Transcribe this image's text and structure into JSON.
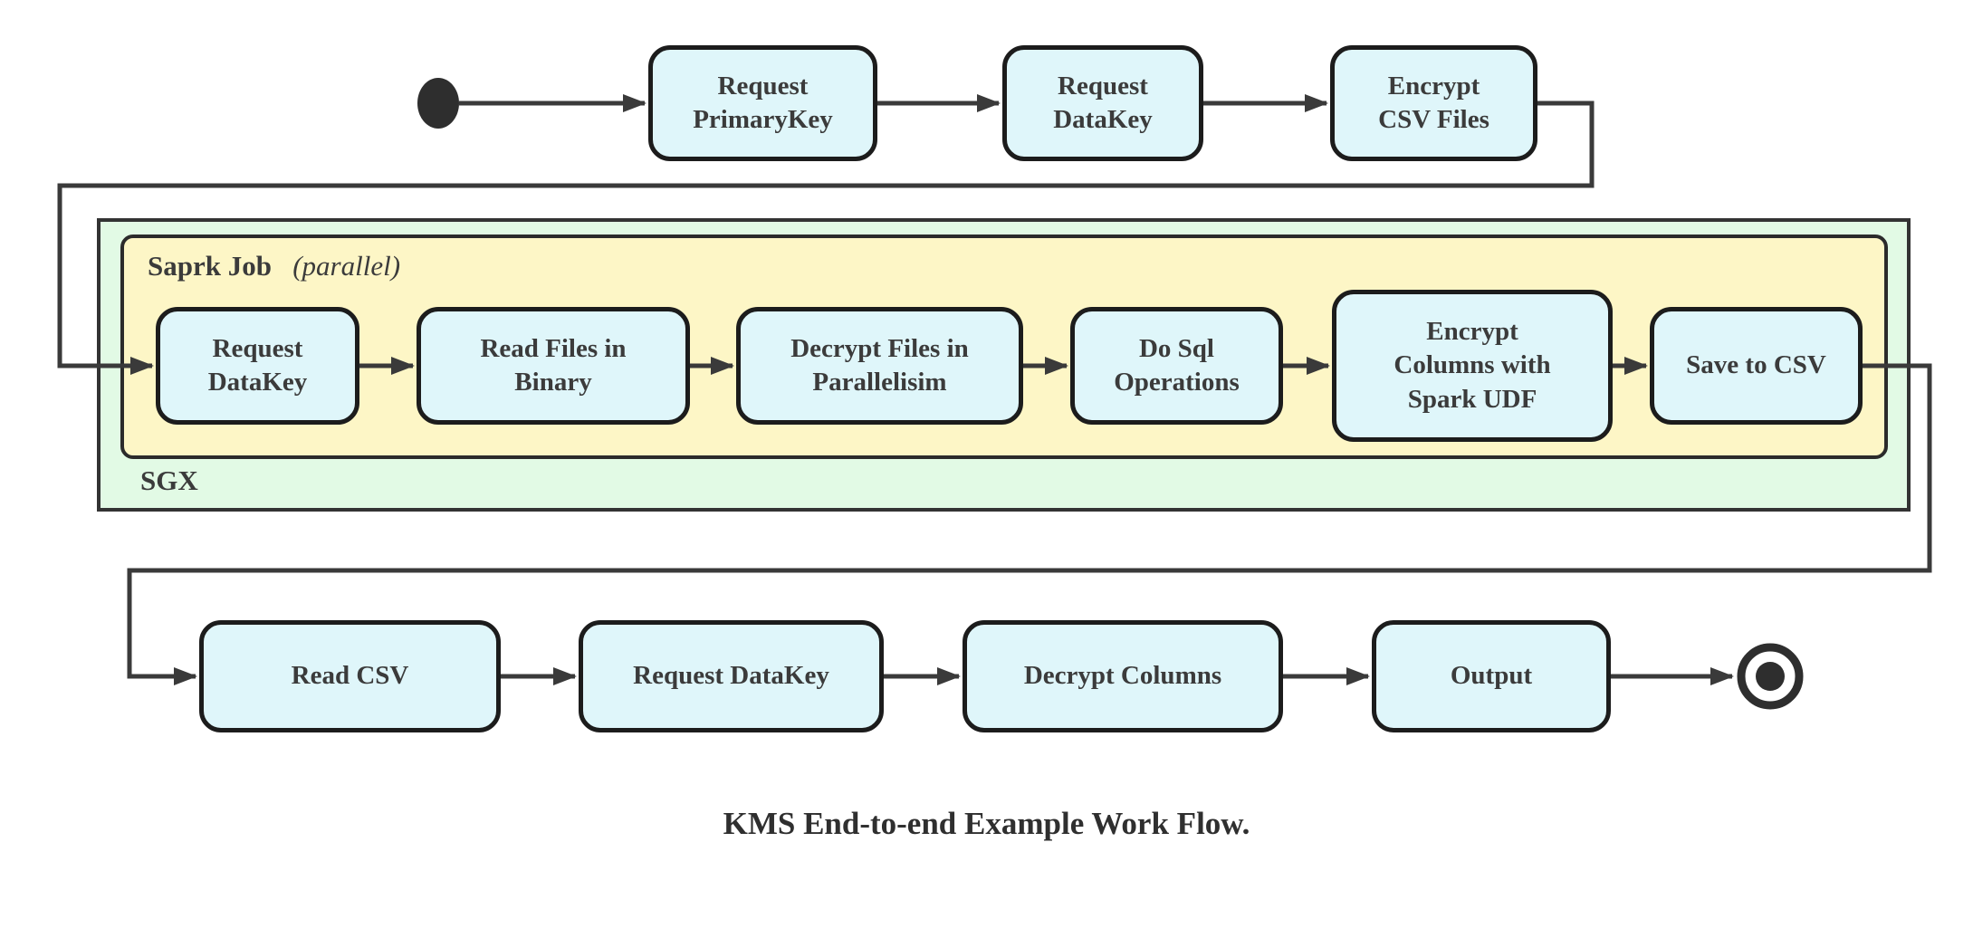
{
  "diagram": {
    "caption": "KMS End-to-end Example Work Flow.",
    "containers": {
      "sgx": {
        "label": "SGX",
        "fill": "#e2fae5"
      },
      "spark_job": {
        "title": "Saprk Job",
        "qualifier": "(parallel)",
        "fill": "#fdf6c6"
      }
    },
    "colors": {
      "node_fill": "#dff6fa",
      "node_border": "#1c1c1c",
      "wire": "#3a3a3a",
      "text": "#3b3b3b",
      "green_container_fill": "#e2fae5",
      "yellow_container_fill": "#fdf6c6"
    },
    "nodes": {
      "top_row": {
        "request_primarykey": "Request\nPrimaryKey",
        "request_datakey": "Request\nDataKey",
        "encrypt_csv_files": "Encrypt\nCSV Files"
      },
      "spark_row": {
        "request_datakey": "Request\nDataKey",
        "read_files_in_binary": "Read Files in\nBinary",
        "decrypt_files_in_parallelisim": "Decrypt Files in\nParallelisim",
        "do_sql_operations": "Do Sql\nOperations",
        "encrypt_columns_with_spark_udf": "Encrypt\nColumns with\nSpark UDF",
        "save_to_csv": "Save to CSV"
      },
      "bottom_row": {
        "read_csv": "Read CSV",
        "request_datakey": "Request DataKey",
        "decrypt_columns": "Decrypt Columns",
        "output": "Output"
      }
    },
    "terminals": {
      "start": "initial-state",
      "end": "final-state"
    }
  }
}
